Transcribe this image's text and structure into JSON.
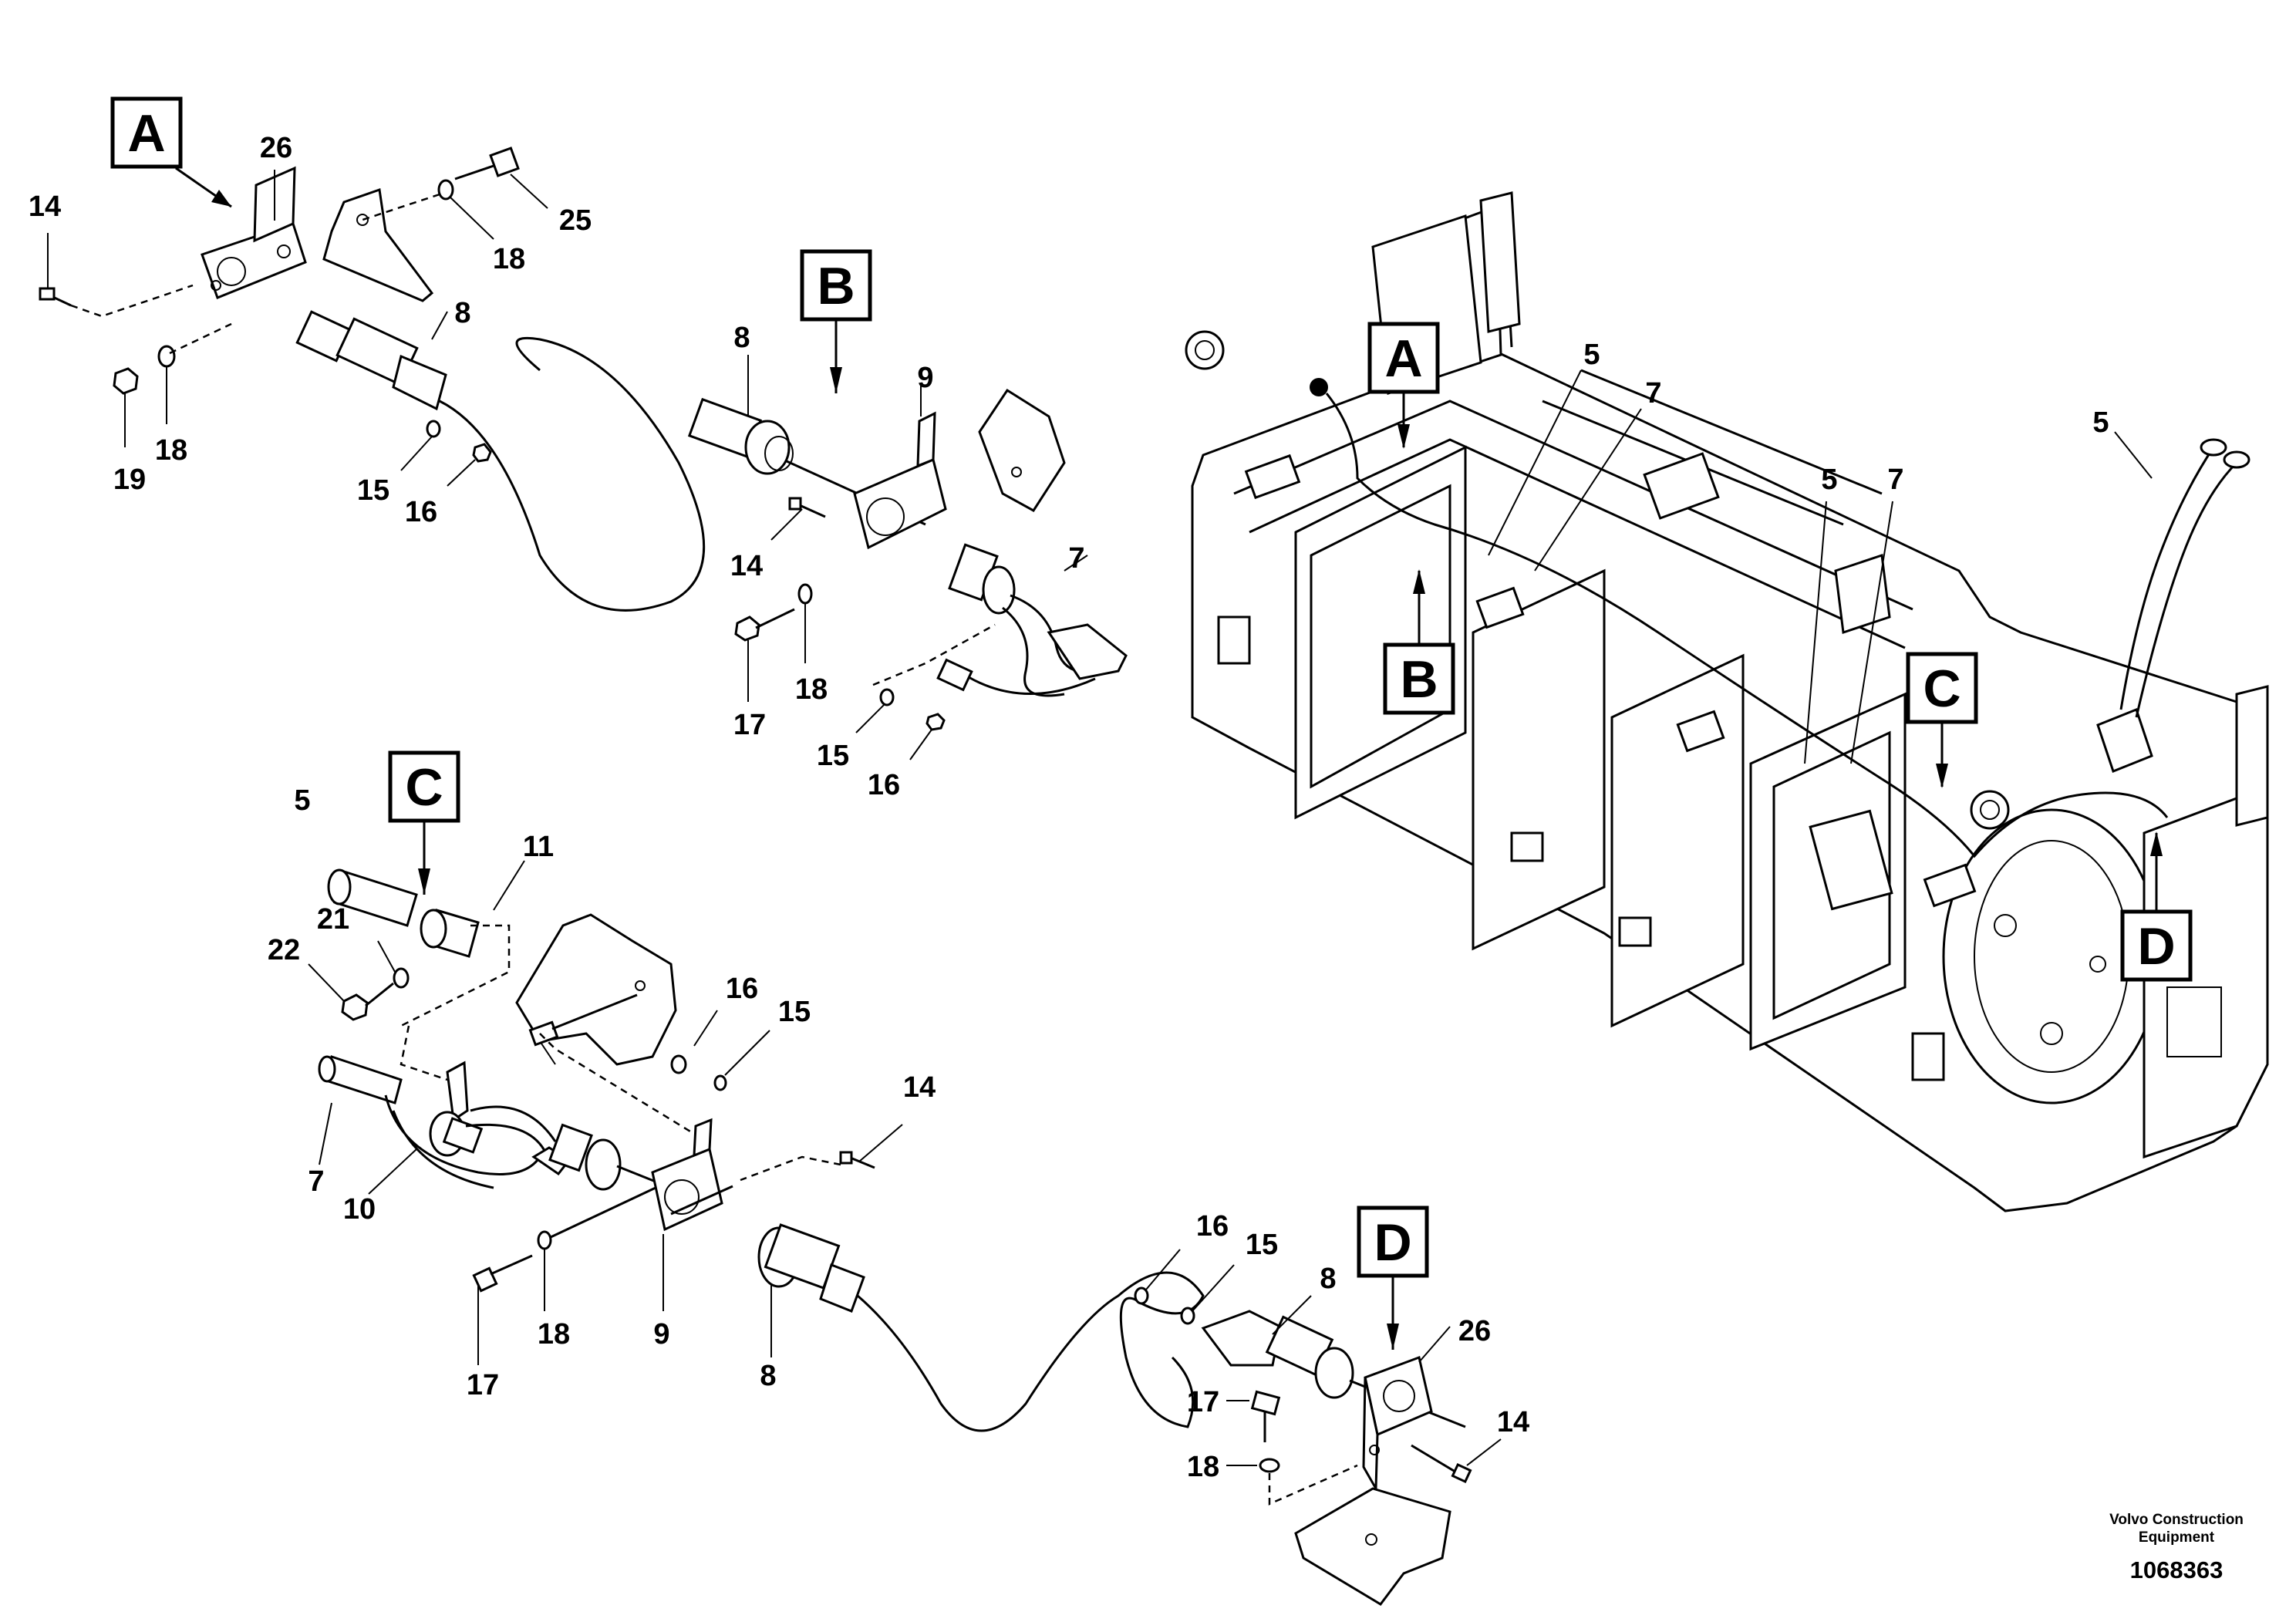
{
  "views": {
    "A_detail": "A",
    "B_detail": "B",
    "C_detail": "C",
    "D_detail": "D",
    "A_main": "A",
    "B_main": "B",
    "C_main": "C",
    "D_main": "D"
  },
  "callouts": {
    "a14": "14",
    "a26": "26",
    "a25": "25",
    "a18top": "18",
    "a8": "8",
    "a19": "19",
    "a18": "18",
    "a15": "15",
    "a16": "16",
    "b8": "8",
    "b9": "9",
    "b14": "14",
    "b7": "7",
    "b17": "17",
    "b18": "18",
    "b15": "15",
    "b16": "16",
    "m5a": "5",
    "m7a": "7",
    "m5b": "5",
    "m7b": "7",
    "m5c": "5",
    "c5": "5",
    "c11": "11",
    "c21": "21",
    "c22": "22",
    "c16": "16",
    "c15": "15",
    "c14": "14",
    "c7": "7",
    "c10": "10",
    "c17": "17",
    "c18": "18",
    "c9": "9",
    "c8": "8",
    "d16": "16",
    "d15": "15",
    "d8": "8",
    "d26": "26",
    "d17": "17",
    "d18": "18",
    "d14": "14"
  },
  "footer": {
    "brand_line1": "Volvo Construction",
    "brand_line2": "Equipment",
    "doc_number": "1068363"
  }
}
